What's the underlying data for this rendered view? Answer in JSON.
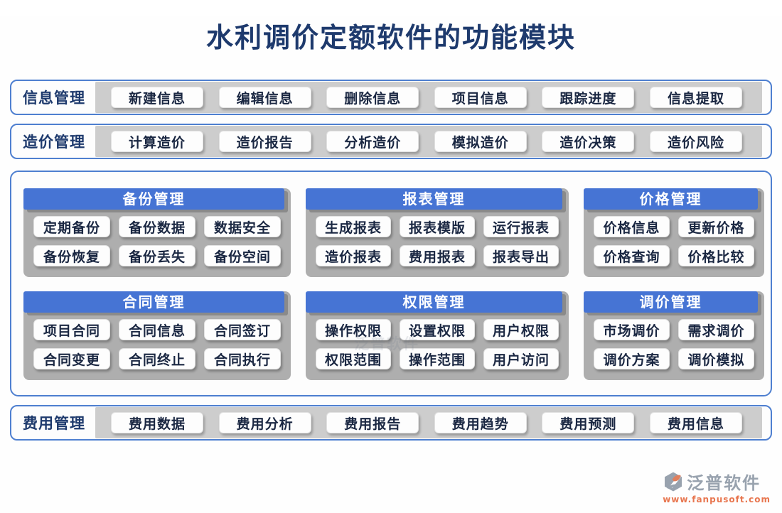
{
  "title": "水利调价定额软件的功能模块",
  "bands": [
    {
      "label": "信息管理",
      "buttons": [
        "新建信息",
        "编辑信息",
        "删除信息",
        "项目信息",
        "跟踪进度",
        "信息提取"
      ]
    },
    {
      "label": "造价管理",
      "buttons": [
        "计算造价",
        "造价报告",
        "分析造价",
        "模拟造价",
        "造价决策",
        "造价风险"
      ]
    },
    {
      "label": "费用管理",
      "buttons": [
        "费用数据",
        "费用分析",
        "费用报告",
        "费用趋势",
        "费用预测",
        "费用信息"
      ]
    }
  ],
  "cards": [
    {
      "title": "备份管理",
      "buttons": [
        "定期备份",
        "备份数据",
        "数据安全",
        "备份恢复",
        "备份丢失",
        "备份空间"
      ]
    },
    {
      "title": "报表管理",
      "buttons": [
        "生成报表",
        "报表模版",
        "运行报表",
        "造价报表",
        "费用报表",
        "报表导出"
      ]
    },
    {
      "title": "价格管理",
      "buttons": [
        "价格信息",
        "更新价格",
        "价格查询",
        "价格比较"
      ]
    },
    {
      "title": "合同管理",
      "buttons": [
        "项目合同",
        "合同信息",
        "合同签订",
        "合同变更",
        "合同终止",
        "合同执行"
      ]
    },
    {
      "title": "权限管理",
      "buttons": [
        "操作权限",
        "设置权限",
        "用户权限",
        "权限范围",
        "操作范围",
        "用户访问"
      ]
    },
    {
      "title": "调价管理",
      "buttons": [
        "市场调价",
        "需求调价",
        "调价方案",
        "调价模拟"
      ]
    }
  ],
  "footer": {
    "brand": "泛普软件",
    "website": "www.fanpusoft.com"
  },
  "colors": {
    "border_blue": "#4e7fd0",
    "header_blue": "#4674d4",
    "title_navy": "#1e3a6d",
    "band_gray": "#cdcdcd",
    "card_gray": "#aeaeae",
    "brand_gray": "#98a2ae",
    "brand_orange": "#e8764f"
  }
}
